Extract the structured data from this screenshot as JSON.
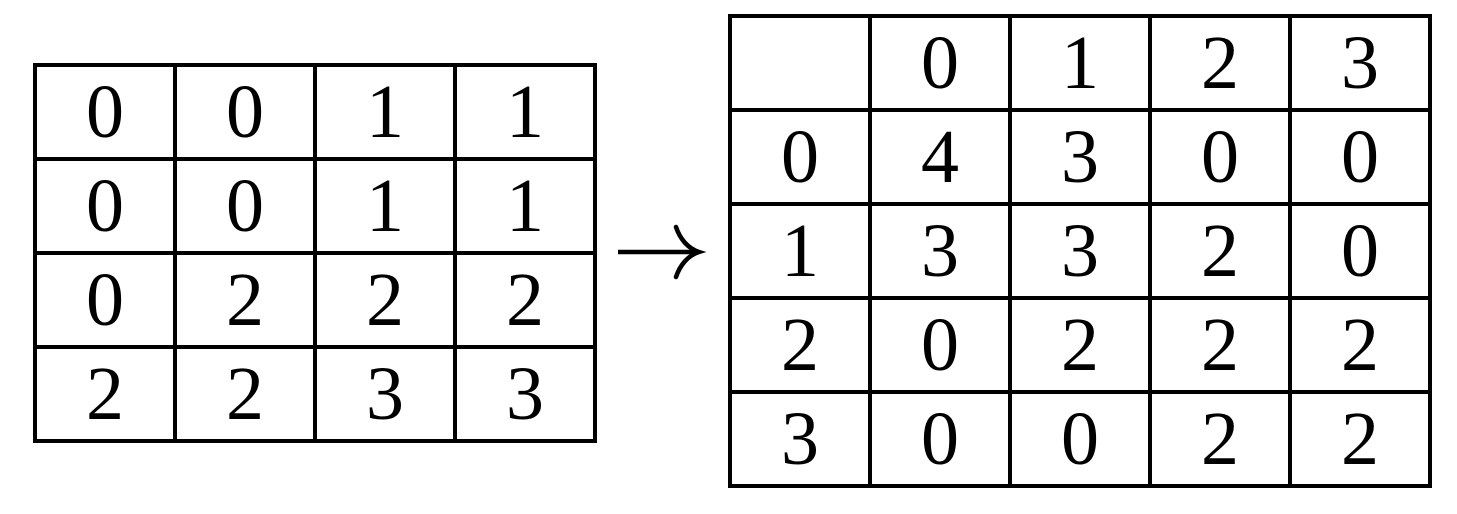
{
  "figure": {
    "description": "grid transformation diagram",
    "arrow_icon": "→"
  },
  "left_table": {
    "rows": [
      [
        "0",
        "0",
        "1",
        "1"
      ],
      [
        "0",
        "0",
        "1",
        "1"
      ],
      [
        "0",
        "2",
        "2",
        "2"
      ],
      [
        "2",
        "2",
        "3",
        "3"
      ]
    ]
  },
  "right_table": {
    "corner": "",
    "col_headers": [
      "0",
      "1",
      "2",
      "3"
    ],
    "row_headers": [
      "0",
      "1",
      "2",
      "3"
    ],
    "rows": [
      [
        "4",
        "3",
        "0",
        "0"
      ],
      [
        "3",
        "3",
        "2",
        "0"
      ],
      [
        "0",
        "2",
        "2",
        "2"
      ],
      [
        "0",
        "0",
        "2",
        "2"
      ]
    ]
  },
  "colors": {
    "border": "#000000",
    "text": "#000000",
    "background": "#ffffff"
  }
}
